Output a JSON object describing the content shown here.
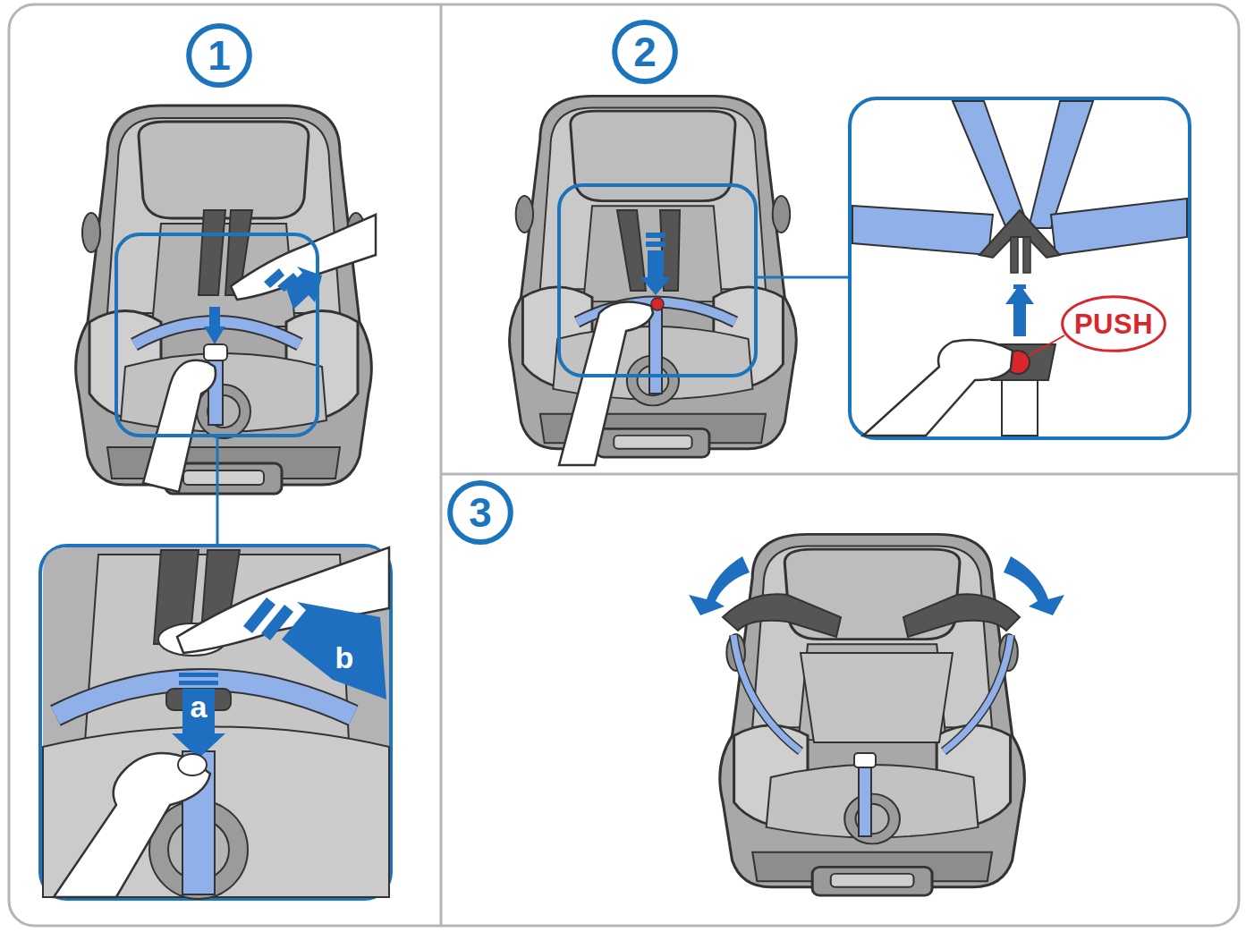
{
  "diagram": {
    "nodes": [
      {
        "text": [
          "1"
        ]
      },
      {
        "text": [
          "2"
        ]
      },
      {
        "text": [
          "3"
        ]
      },
      {
        "text": [
          "PUSH"
        ]
      }
    ],
    "labels": [
      "a",
      "b"
    ]
  }
}
